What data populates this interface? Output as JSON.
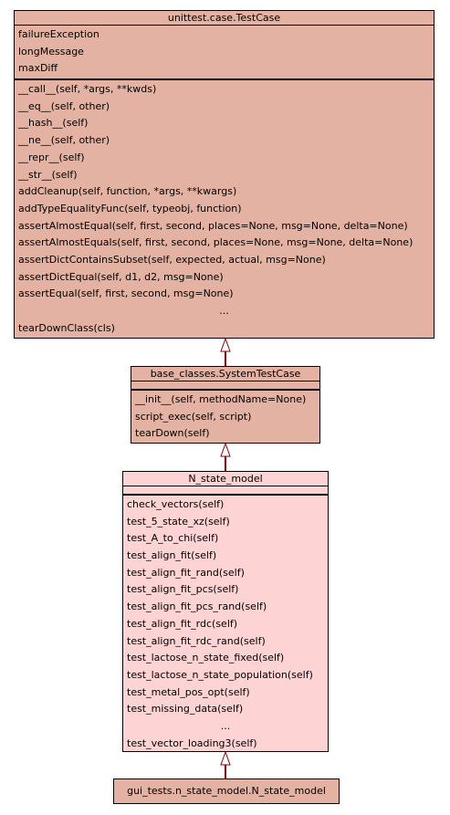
{
  "classes": {
    "testcase": {
      "title": "unittest.case.TestCase",
      "attributes": [
        "failureException",
        "longMessage",
        "maxDiff"
      ],
      "methods": [
        "__call__(self, *args, **kwds)",
        "__eq__(self, other)",
        "__hash__(self)",
        "__ne__(self, other)",
        "__repr__(self)",
        "__str__(self)",
        "addCleanup(self, function, *args, **kwargs)",
        "addTypeEqualityFunc(self, typeobj, function)",
        "assertAlmostEqual(self, first, second, places=None, msg=None, delta=None)",
        "assertAlmostEquals(self, first, second, places=None, msg=None, delta=None)",
        "assertDictContainsSubset(self, expected, actual, msg=None)",
        "assertDictEqual(self, d1, d2, msg=None)",
        "assertEqual(self, first, second, msg=None)",
        "...",
        "tearDownClass(cls)"
      ]
    },
    "systemtestcase": {
      "title": "base_classes.SystemTestCase",
      "methods": [
        "__init__(self, methodName=None)",
        "script_exec(self, script)",
        "tearDown(self)"
      ]
    },
    "nstatemodel": {
      "title": "N_state_model",
      "methods": [
        "check_vectors(self)",
        "test_5_state_xz(self)",
        "test_A_to_chi(self)",
        "test_align_fit(self)",
        "test_align_fit_rand(self)",
        "test_align_fit_pcs(self)",
        "test_align_fit_pcs_rand(self)",
        "test_align_fit_rdc(self)",
        "test_align_fit_rdc_rand(self)",
        "test_lactose_n_state_fixed(self)",
        "test_lactose_n_state_population(self)",
        "test_metal_pos_opt(self)",
        "test_missing_data(self)",
        "...",
        "test_vector_loading3(self)"
      ]
    },
    "gui": {
      "title": "gui_tests.n_state_model.N_state_model"
    }
  },
  "colors": {
    "base_fill": "#e3b2a2",
    "derived_fill": "#fdd3d3",
    "edge": "#8b0000"
  }
}
